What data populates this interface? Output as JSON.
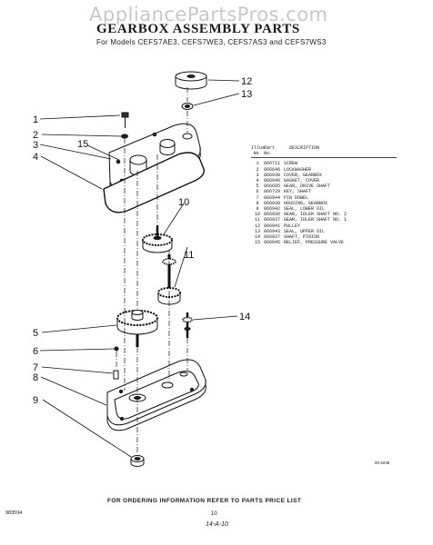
{
  "watermark": "AppliancePartsPros.com",
  "title": "GEARBOX ASSEMBLY PARTS",
  "models_line": "For Models  CEFS7AE3, CEFS7WE3, CEFS7AS3 and CEFS7WS3",
  "callouts": [
    "1",
    "2",
    "3",
    "4",
    "5",
    "6",
    "7",
    "8",
    "9",
    "10",
    "11",
    "12",
    "13",
    "14",
    "15"
  ],
  "legend": {
    "header": {
      "illus_no": "Illus. No.",
      "part_no": "Part No.",
      "description": "DESCRIPTION"
    },
    "rows": [
      {
        "illus": "1",
        "part": "866711",
        "desc": "SCREW"
      },
      {
        "illus": "2",
        "part": "866646",
        "desc": "LOCKWASHER"
      },
      {
        "illus": "3",
        "part": "866938",
        "desc": "COVER, GEARBOX"
      },
      {
        "illus": "4",
        "part": "866940",
        "desc": "GASKET, COVER"
      },
      {
        "illus": "5",
        "part": "866605",
        "desc": "GEAR, DRIVE SHAFT"
      },
      {
        "illus": "6",
        "part": "866729",
        "desc": "KEY, SHAFT"
      },
      {
        "illus": "7",
        "part": "866944",
        "desc": "PIN DOWEL"
      },
      {
        "illus": "8",
        "part": "866939",
        "desc": "HOUSING, GEARBOX"
      },
      {
        "illus": "9",
        "part": "866942",
        "desc": "SEAL, LOWER OIL"
      },
      {
        "illus": "10",
        "part": "866936",
        "desc": "GEAR, IDLER SHAFT NO. 2"
      },
      {
        "illus": "11",
        "part": "866937",
        "desc": "GEAR, IDLER SHAFT NO. 1"
      },
      {
        "illus": "12",
        "part": "866941",
        "desc": "PULLEY"
      },
      {
        "illus": "13",
        "part": "866943",
        "desc": "SEAL, UPPER OIL"
      },
      {
        "illus": "14",
        "part": "866937",
        "desc": "SHAFT, PINION"
      },
      {
        "illus": "15",
        "part": "866945",
        "desc": "RELIEF, PRESSURE VALVE"
      }
    ]
  },
  "drawing_id": "IM 8238",
  "footer": "FOR ORDERING INFORMATION REFER TO PARTS PRICE LIST",
  "doc_number": "983594",
  "page_number": "10",
  "hand_note": "14-A-10"
}
